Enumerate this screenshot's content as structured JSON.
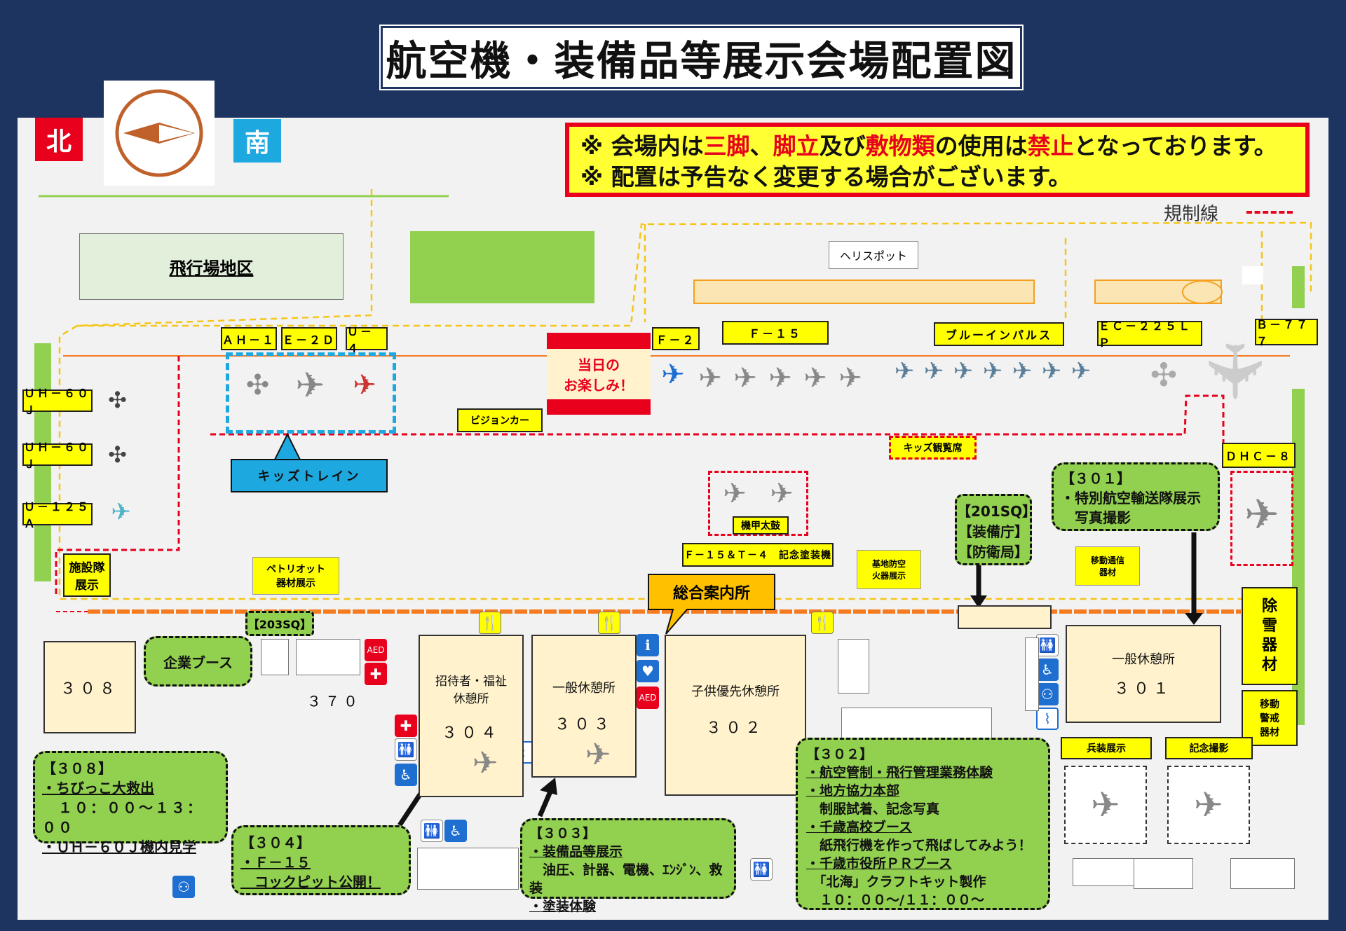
{
  "title": "航空機・装備品等展示会場配置図",
  "directions": {
    "north": "北",
    "south": "南"
  },
  "notice": {
    "line1": {
      "a": "※ 会場内は",
      "b": "三脚",
      "c": "、",
      "d": "脚立",
      "e": "及び",
      "f": "敷物類",
      "g": "の使用は",
      "h": "禁止",
      "i": "となっております。"
    },
    "line2": "※ 配置は予告なく変更する場合がございます。"
  },
  "legend": {
    "restriction_line": "規制線"
  },
  "areas": {
    "airfield": "飛行場地区",
    "heliport": "ヘリスポット",
    "surprise": "当日の\nお楽しみ！",
    "vision_car": "ビジョンカー",
    "kids_train": "キッズトレイン",
    "kids_seats": "キッズ観覧席",
    "drum": "機甲太鼓",
    "f15_t4": "Ｆ－１５＆Ｔ－４　記念塗装機",
    "air_defense": "基地防空\n火器展示",
    "mobile_comm": "移動通信\n器材",
    "patriot": "ペトリオット\n器材展示",
    "facility": "施設隊\n展示",
    "info_center": "総合案内所",
    "corporate": "企業ブース",
    "sq203": "【203SQ】",
    "sq201": "【201SQ】\n【装備庁】\n【防衛局】",
    "snow": "除\n雪\n器\n材",
    "mobile_alert": "移動\n警戒\n器材",
    "soldier_display": "兵装展示",
    "commemorative": "記念撮影",
    "number_370": "３７０"
  },
  "aircraft_labels": [
    "ＡＨ－１",
    "Ｅ－２Ｄ",
    "Ｕ－４",
    "Ｆ－２",
    "Ｆ－１５",
    "ブルーインパルス",
    "ＥＣ－２２５ＬＰ",
    "Ｂ－７７７",
    "ＤＨＣ－８",
    "ＵＨ－６０Ｊ",
    "ＵＨ－６０Ｊ",
    "Ｕ－１２５Ａ"
  ],
  "buildings": {
    "b308": {
      "number": "３０８"
    },
    "b304": {
      "name": "招待者・福祉\n休憩所",
      "number": "３０４"
    },
    "b303": {
      "name": "一般休憩所",
      "number": "３０３"
    },
    "b302": {
      "name": "子供優先休憩所",
      "number": "３０２"
    },
    "b301": {
      "name": "一般休憩所",
      "number": "３０１"
    }
  },
  "callouts": {
    "c308": {
      "head": "【３０８】",
      "items": [
        "・ちびっこ大救出",
        "　１０：００～１３：００",
        "・ＵＨ－６０Ｊ機内見学"
      ]
    },
    "c304": {
      "head": "【３０４】",
      "items": [
        "・Ｆ－１５",
        "　コックピット公開！"
      ]
    },
    "c303": {
      "head": "【３０３】",
      "items": [
        "・装備品等展示",
        "　油圧、計器、電機、ｴﾝｼﾞﾝ、救装",
        "・塗装体験"
      ]
    },
    "c302": {
      "head": "【３０２】",
      "items": [
        "・航空管制・飛行管理業務体験",
        "・地方協力本部",
        "　制服試着、記念写真",
        "・千歳高校ブース",
        "　紙飛行機を作って飛ばしてみよう！",
        "・千歳市役所ＰＲブース",
        "　「北海」クラフトキット製作",
        "　１０：００～/１１：００～"
      ]
    },
    "c301": {
      "head": "【３０１】",
      "items": [
        "・特別航空輸送隊展示",
        "　写真撮影"
      ]
    }
  },
  "colors": {
    "background": "#1d3461",
    "restriction": "#e8001c",
    "green": "#92d050",
    "yellow": "#ffff00",
    "blue": "#1ea8e0"
  }
}
